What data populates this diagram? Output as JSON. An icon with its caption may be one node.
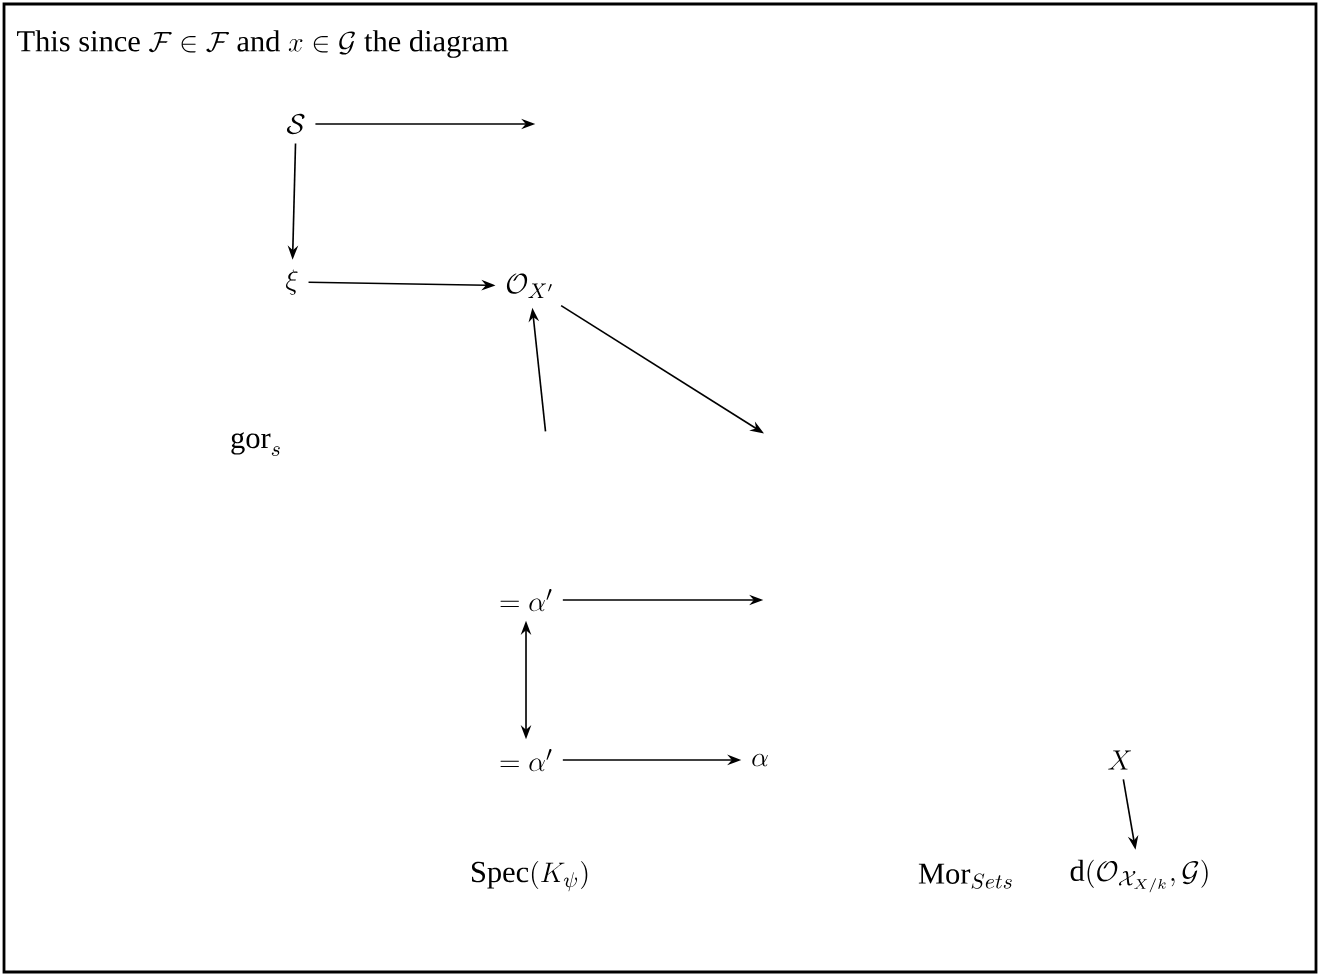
{
  "diagram": {
    "title": "\\text{This since } \\mathcal{F} \\in \\mathcal{F} \\text{ and } x \\in \\mathcal{G} \\text{ the diagram}",
    "nodes": [
      {
        "text": [
          "\\mathcal{S}"
        ]
      },
      {
        "text": [
          "\\xi"
        ]
      },
      {
        "text": [
          "\\mathcal{O}_{X'}"
        ]
      },
      {
        "text": [
          "= \\alpha'"
        ]
      },
      {
        "text": [
          "= \\alpha'"
        ]
      },
      {
        "text": [
          "\\alpha"
        ]
      },
      {
        "text": [
          "X"
        ]
      },
      {
        "text": [
          "\\mathrm{d}(\\mathcal{O}_{\\mathcal{X}_{X/k}}, \\mathcal{G})"
        ]
      }
    ],
    "edges": [
      {
        "from": 0,
        "to": null,
        "arrow": "to"
      },
      {
        "from": 0,
        "to": 1,
        "arrow": "to"
      },
      {
        "from": 1,
        "to": 2,
        "arrow": "to"
      },
      {
        "from": null,
        "to": 2,
        "arrow": "to"
      },
      {
        "from": 2,
        "to": null,
        "arrow": "to"
      },
      {
        "from": 3,
        "to": null,
        "arrow": "to"
      },
      {
        "from": 3,
        "to": 4,
        "arrow": "both"
      },
      {
        "from": 4,
        "to": 5,
        "arrow": "to"
      },
      {
        "from": 6,
        "to": 7,
        "arrow": "to"
      }
    ],
    "labels": [
      "\\mathrm{gor}_s",
      "\\mathrm{Spec}(K_{\\psi})",
      "\\mathrm{Mor}_{Sets}"
    ]
  }
}
